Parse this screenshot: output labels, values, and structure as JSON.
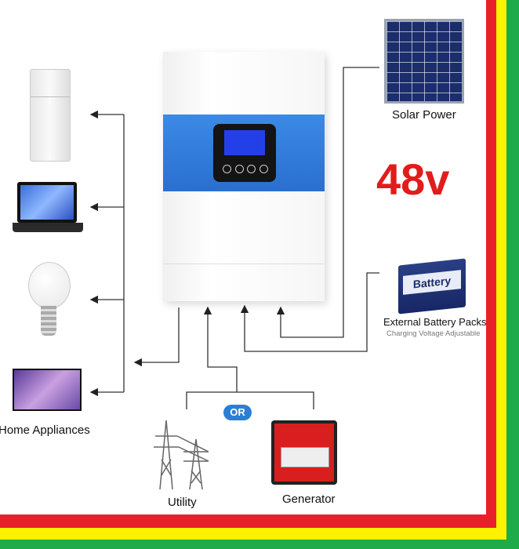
{
  "labels": {
    "solar": "Solar Power",
    "voltage": "48v",
    "battery_name": "Battery",
    "battery": "External Battery Packs",
    "battery_sub": "Charging Voltage Adjustable",
    "home": "Home Appliances",
    "or": "OR",
    "utility": "Utility",
    "generator": "Generator"
  },
  "colors": {
    "border_red": "#e8202a",
    "border_yellow": "#fff200",
    "border_green": "#1fab4a",
    "inverter_blue": "#2f7bd8",
    "voltage_red": "#e21b1b",
    "or_badge": "#2a7fd4"
  }
}
